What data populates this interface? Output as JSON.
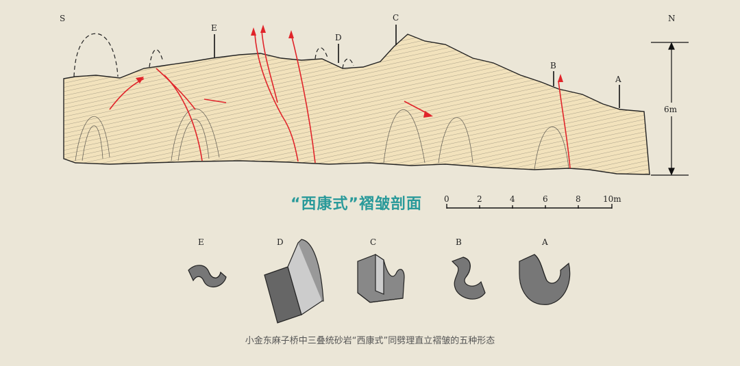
{
  "section": {
    "title": "“西康式”褶皱剖面",
    "south_label": "S",
    "north_label": "N",
    "height_label": "6m",
    "points": [
      "E",
      "D",
      "C",
      "B",
      "A"
    ]
  },
  "scale": {
    "ticks": [
      "0",
      "2",
      "4",
      "6",
      "8",
      "10m"
    ]
  },
  "sketches": {
    "labels": [
      "E",
      "D",
      "C",
      "B",
      "A"
    ]
  },
  "caption": "小金东麻子桥中三叠统砂岩“西康式”同劈理直立褶皱的五种形态",
  "colors": {
    "background": "#ebe6d7",
    "rock_fill": "#f2e2bc",
    "fault_red": "#e0242a",
    "title_teal": "#2a9a9a"
  }
}
